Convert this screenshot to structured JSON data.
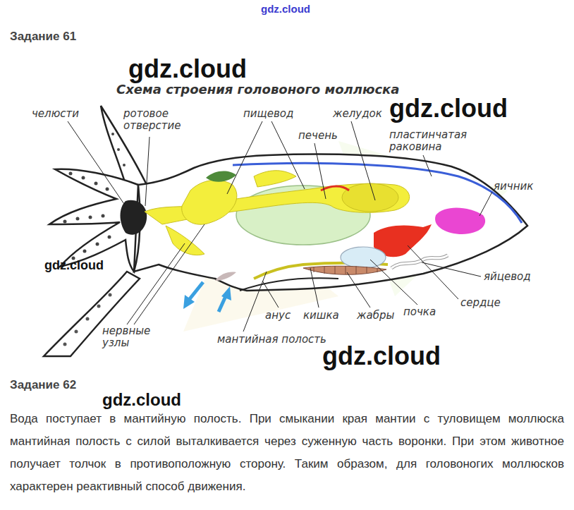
{
  "diagram": {
    "title": "Схема строения головоного моллюска",
    "labels": [
      "gdz.cloud",
      "Задание 61",
      "gdz.cloud",
      "челюсти",
      "ротовое отверстие",
      "пищевод",
      "желудок",
      "gdz.cloud",
      "печень",
      "пластинчатая раковина",
      "яичник",
      "gdz.cloud",
      "яйцевод",
      "сердце",
      "нервные узлы",
      "анус",
      "кишка",
      "жабры",
      "почка",
      "мантийная полость",
      "gdz.cloud",
      "Задание 62",
      "gdz.cloud",
      "Вода поступает в мантийную полость. При смыкании края мантии с туловищем моллюска мантийная полость с силой выталкивается через суженную часть воронки. При этом животное получает толчок в противоположную сторону. Таким образом, для головоногих моллюсков характерен реактивный способ движения."
    ]
  }
}
